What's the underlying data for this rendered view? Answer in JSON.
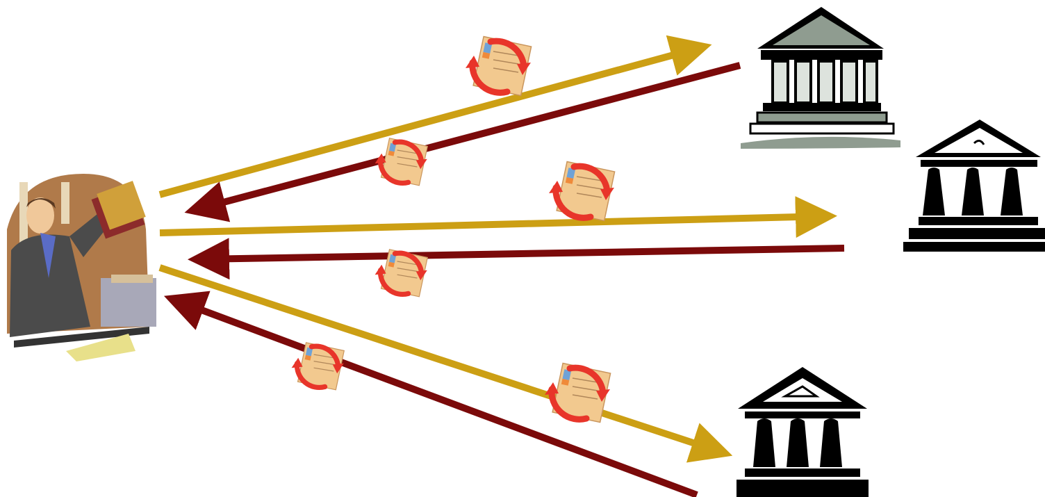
{
  "diagram": {
    "nodes": [
      {
        "id": "official",
        "kind": "person",
        "icon": "clerk-with-books-icon"
      },
      {
        "id": "bank_top",
        "kind": "institution",
        "icon": "classical-building-icon"
      },
      {
        "id": "bank_mid",
        "kind": "institution",
        "icon": "temple-building-icon"
      },
      {
        "id": "bank_bottom",
        "kind": "institution",
        "icon": "temple-building-icon"
      }
    ],
    "edges": [
      {
        "id": "req_top",
        "from": "official",
        "to": "bank_top",
        "type": "outgoing",
        "icon": "mail-exchange-icon"
      },
      {
        "id": "resp_top",
        "from": "bank_top",
        "to": "official",
        "type": "incoming",
        "icon": "mail-exchange-icon"
      },
      {
        "id": "req_mid",
        "from": "official",
        "to": "bank_mid",
        "type": "outgoing",
        "icon": "mail-exchange-icon"
      },
      {
        "id": "resp_mid",
        "from": "bank_mid",
        "to": "official",
        "type": "incoming",
        "icon": "mail-exchange-icon"
      },
      {
        "id": "req_bottom",
        "from": "official",
        "to": "bank_bottom",
        "type": "outgoing",
        "icon": "mail-exchange-icon"
      },
      {
        "id": "resp_bottom",
        "from": "bank_bottom",
        "to": "official",
        "type": "incoming",
        "icon": "mail-exchange-icon"
      }
    ],
    "colors": {
      "outgoing": "#cc9f14",
      "incoming": "#7b0a0a",
      "envelope": "#f2c98f",
      "cycle_arrow": "#e8352a",
      "building_dark": "#000000",
      "building_grey": "#8f9c90"
    }
  }
}
